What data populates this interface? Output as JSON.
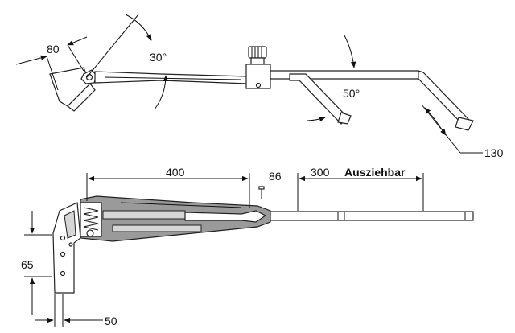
{
  "top_view": {
    "dim_arm_length": "80",
    "angle_arm": "30°",
    "angle_tip": "50°",
    "dim_tip_length": "130"
  },
  "side_view": {
    "dim_body_length": "400",
    "dim_screw": "86",
    "dim_extension": "300",
    "extension_label": "Ausziehbar",
    "dim_mount_height": "65",
    "dim_mount_width": "50"
  }
}
